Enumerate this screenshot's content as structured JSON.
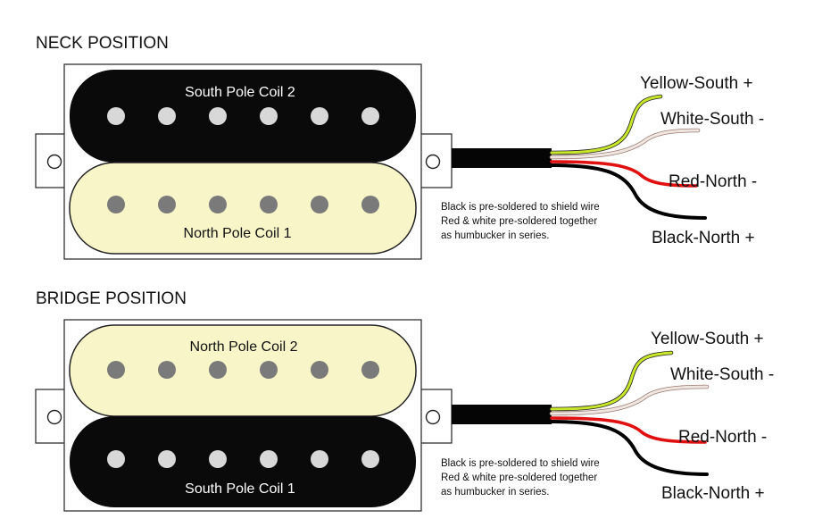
{
  "diagrams": [
    {
      "title": "NECK POSITION",
      "top_coil": {
        "label": "South Pole Coil 2",
        "color": "#0a0a0a"
      },
      "bottom_coil": {
        "label": "North Pole Coil 1",
        "color": "#f8f5c8"
      },
      "note_lines": [
        "Black is pre-soldered to shield wire",
        "Red & white pre-soldered together",
        "as humbucker in series."
      ],
      "wires": [
        {
          "label": "Yellow-South +",
          "color": "#c8e62a"
        },
        {
          "label": "White-South -",
          "color": "#d8c8c0"
        },
        {
          "label": "Red-North -",
          "color": "#e01010"
        },
        {
          "label": "Black-North +",
          "color": "#000000"
        }
      ]
    },
    {
      "title": "BRIDGE POSITION",
      "top_coil": {
        "label": "North Pole Coil 2",
        "color": "#f8f5c8"
      },
      "bottom_coil": {
        "label": "South Pole Coil 1",
        "color": "#0a0a0a"
      },
      "note_lines": [
        "Black is pre-soldered to shield wire",
        "Red & white pre-soldered together",
        "as humbucker in series."
      ],
      "wires": [
        {
          "label": "Yellow-South +",
          "color": "#c8e62a"
        },
        {
          "label": "White-South -",
          "color": "#d8c8c0"
        },
        {
          "label": "Red-North -",
          "color": "#e01010"
        },
        {
          "label": "Black-North +",
          "color": "#000000"
        }
      ]
    }
  ]
}
